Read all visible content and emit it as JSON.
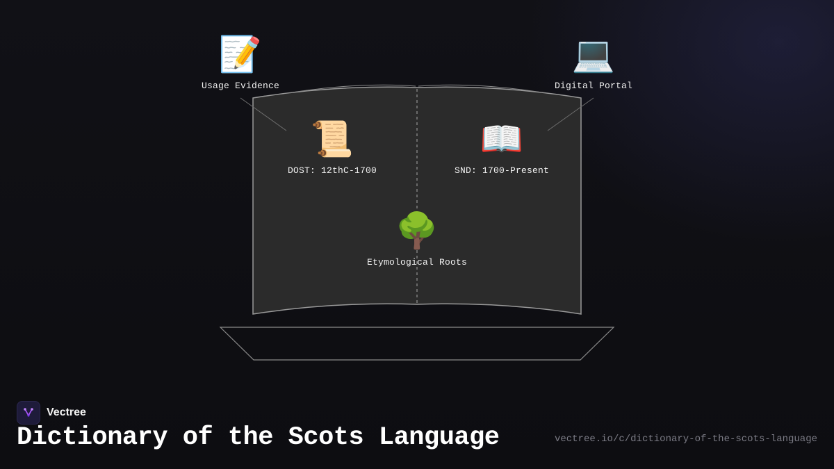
{
  "diagram": {
    "nodes": {
      "usage": {
        "icon": "memo-icon",
        "glyph": "📝",
        "label": "Usage Evidence"
      },
      "portal": {
        "icon": "laptop-icon",
        "glyph": "💻",
        "label": "Digital Portal"
      },
      "dost": {
        "icon": "scroll-icon",
        "glyph": "📜",
        "label": "DOST: 12thC-1700"
      },
      "snd": {
        "icon": "open-book-icon",
        "glyph": "📖",
        "label": "SND: 1700-Present"
      },
      "roots": {
        "icon": "tree-icon",
        "glyph": "🌳",
        "label": "Etymological Roots"
      }
    },
    "colors": {
      "book_fill": "#2b2b2b",
      "book_stroke": "#9a9a9a",
      "spine": "#6a6a6a"
    }
  },
  "footer": {
    "brand": "Vectree",
    "title": "Dictionary of the Scots Language",
    "url": "vectree.io/c/dictionary-of-the-scots-language",
    "logo_color": "#a855f7"
  }
}
